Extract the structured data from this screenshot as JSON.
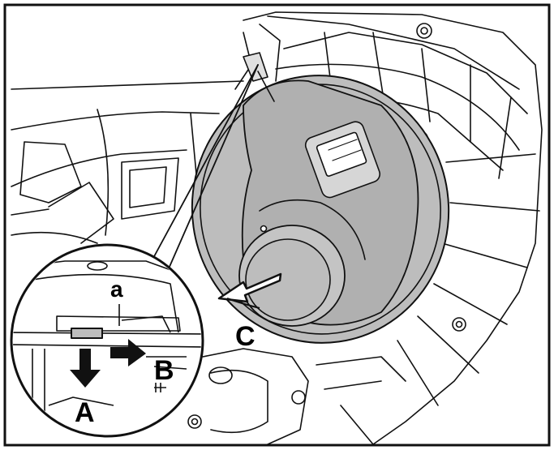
{
  "labels": {
    "a": "a",
    "A": "A",
    "B": "B",
    "C": "C"
  },
  "colors": {
    "line": "#111111",
    "motor_fill": "#bdbdbd",
    "motor_dark": "#9a9a9a",
    "background": "#ffffff"
  },
  "icons": {
    "arrow_down": "arrow-down-icon",
    "arrow_right": "arrow-right-icon",
    "arrow_removal": "arrow-down-left-icon"
  }
}
